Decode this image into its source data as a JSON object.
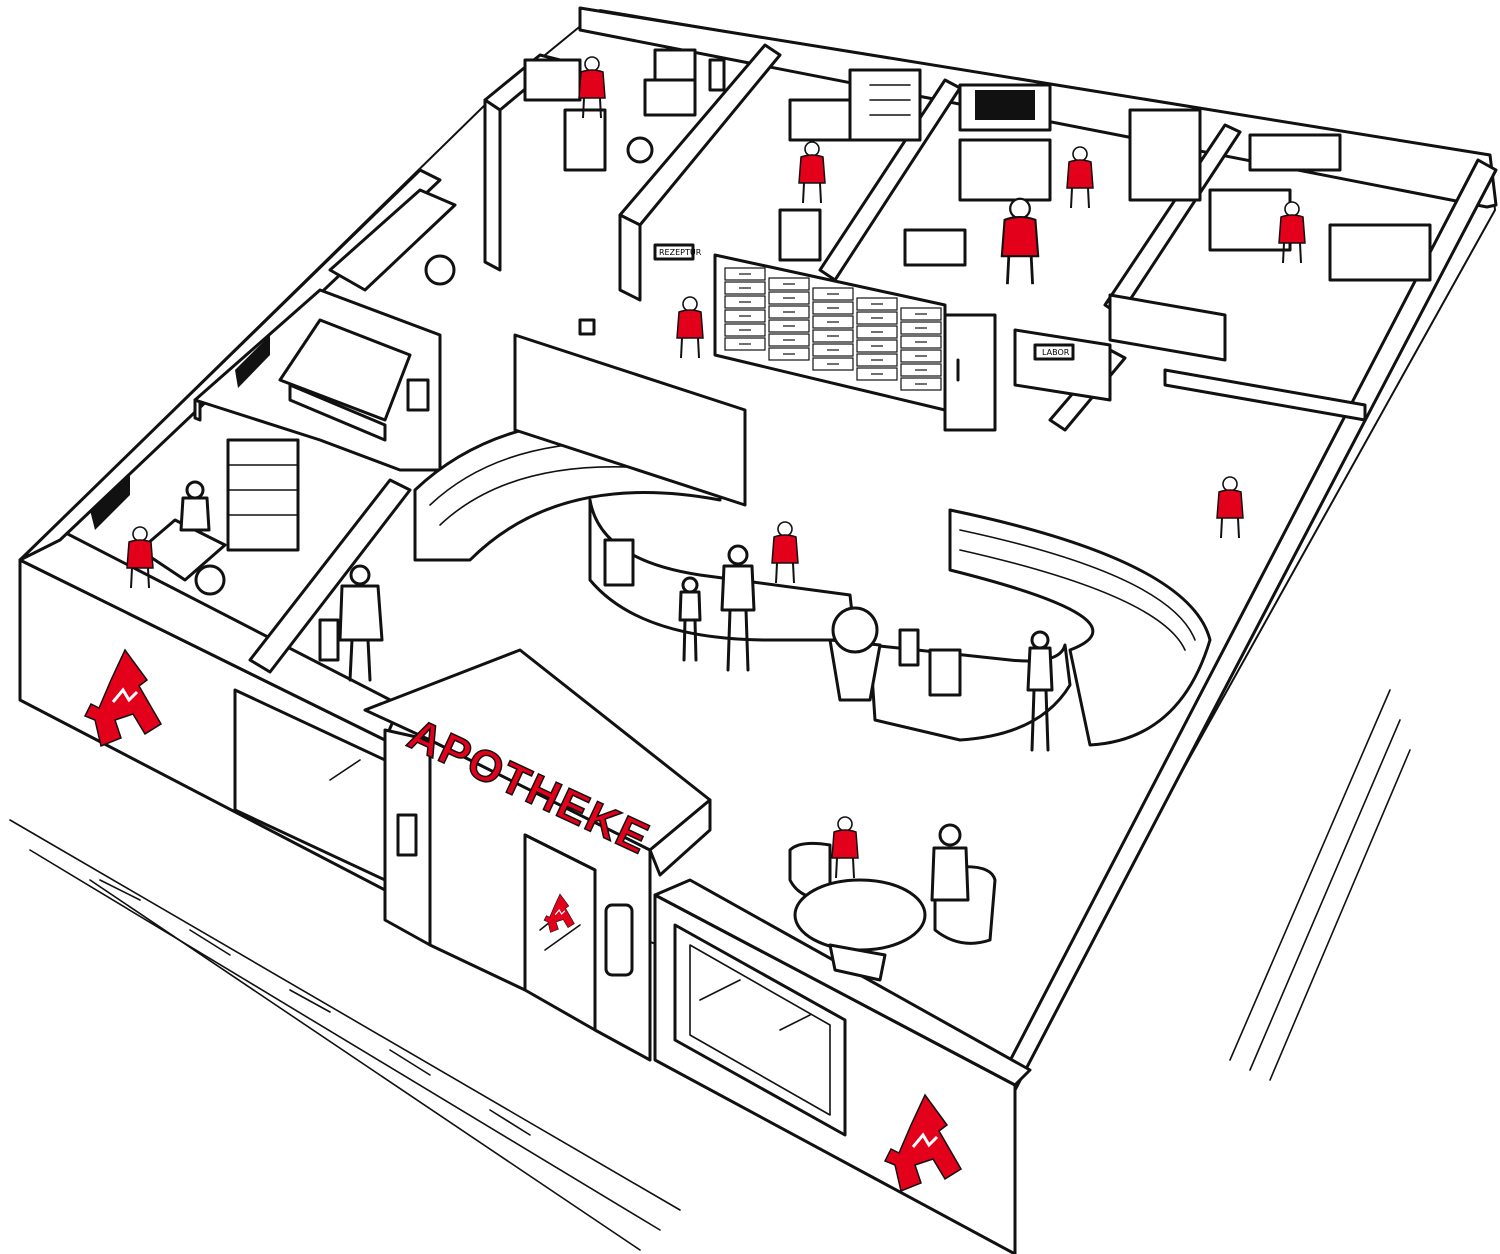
{
  "building": {
    "sign_text": "APOTHEKE",
    "door_sign_left": "REZEPTUR",
    "door_sign_right": "LABOR"
  },
  "colors": {
    "accent": "#e3001b",
    "ink": "#111111",
    "background": "#ffffff"
  },
  "icons": {
    "logo": "apotheke-a-logo"
  }
}
